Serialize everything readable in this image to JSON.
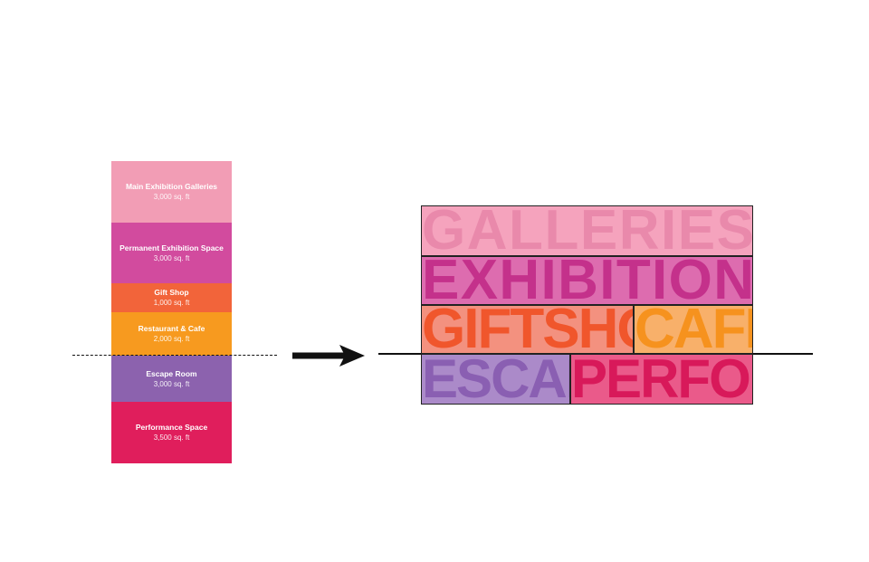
{
  "stack": [
    {
      "name": "Main Exhibition Galleries",
      "area": "3,000 sq. ft",
      "color": "#F29DB5"
    },
    {
      "name": "Permanent Exhibition Space",
      "area": "3,000 sq. ft",
      "color": "#D24B9E"
    },
    {
      "name": "Gift Shop",
      "area": "1,000 sq. ft",
      "color": "#F2643A"
    },
    {
      "name": "Restaurant & Cafe",
      "area": "2,000 sq. ft",
      "color": "#F79A1F"
    },
    {
      "name": "Escape Room",
      "area": "3,000 sq. ft",
      "color": "#8C62AE"
    },
    {
      "name": "Performance Space",
      "area": "3,500 sq. ft",
      "color": "#E01E5C"
    }
  ],
  "blocks": [
    {
      "label": "GALLERIES",
      "fill": "#F5A3BD",
      "ink": "#E989AB"
    },
    {
      "label": "EXHIBITION",
      "fill": "#DD6CAF",
      "ink": "#C4318B"
    },
    {
      "label": "GIFTSHOP",
      "fill": "#F3917F",
      "ink": "#F0562C"
    },
    {
      "label": "CAFE",
      "fill": "#F8B06A",
      "ink": "#F6921E"
    },
    {
      "label": "ESCAPE",
      "fill": "#AB8AC9",
      "ink": "#8A5FB2"
    },
    {
      "label": "PERFORM",
      "fill": "#EA5A8A",
      "ink": "#D8195A"
    }
  ],
  "colors": {
    "line": "#111111"
  }
}
